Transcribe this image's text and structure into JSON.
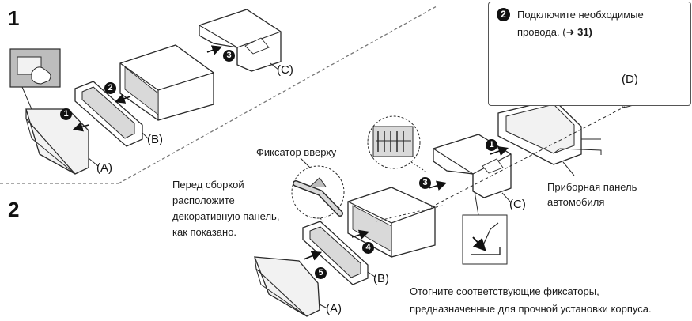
{
  "steps": {
    "step1": "1",
    "step2": "2"
  },
  "callout": {
    "number": "2",
    "line1": "Подключите необходимые",
    "line2_text": "провода. (",
    "line2_arrow": "➜",
    "line2_ref": " 31)",
    "letter": "(D)"
  },
  "labels": {
    "a_top": "(A)",
    "b_top": "(B)",
    "c_top": "(C)",
    "a_bottom": "(A)",
    "b_bottom": "(B)",
    "c_bottom": "(C)",
    "latch_up": "Фиксатор вверху",
    "before_assembly": [
      "Перед сборкой",
      "расположите",
      "декоративную панель,",
      "как показано."
    ],
    "dashboard": [
      "Приборная панель",
      "автомобиля"
    ],
    "bend_tabs": [
      "Отогните соответствующие фиксаторы,",
      "предназначенные для прочной установки корпуса."
    ]
  },
  "bullets": {
    "top": [
      "1",
      "2",
      "3"
    ],
    "bottom": [
      "1",
      "3",
      "4",
      "5"
    ]
  },
  "colors": {
    "line": "#2a2a2a",
    "fill_light": "#f2f2f2",
    "fill_mid": "#d9d9d9",
    "gray_panel": "#bdbdbd",
    "divider": "#777777"
  },
  "icons": [
    "press-release-icon",
    "latch-detail-icon",
    "wiring-connector-icon",
    "arrow-icon"
  ]
}
